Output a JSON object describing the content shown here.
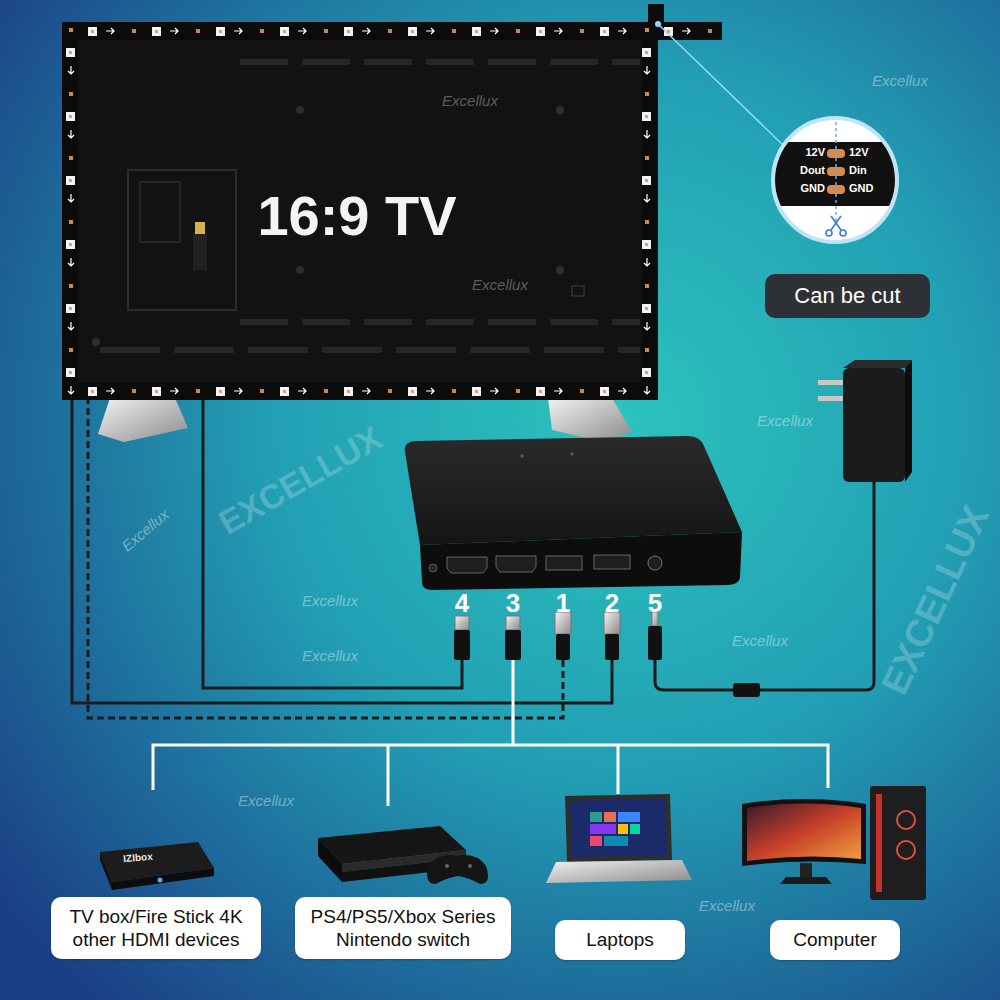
{
  "diagram": {
    "nodes": [
      {
        "text": [
          "16:9 TV"
        ]
      },
      {
        "text": [
          "12V",
          "Dout",
          "GND",
          "12V",
          "Din",
          "GND"
        ]
      },
      {
        "text": [
          "Can be cut"
        ]
      },
      {
        "text": [
          "TV box/Fire Stick 4K other HDMI devices"
        ]
      },
      {
        "text": [
          "PS4/PS5/Xbox Series Nintendo switch"
        ]
      },
      {
        "text": [
          "Laptops"
        ]
      },
      {
        "text": [
          "Computer"
        ]
      }
    ],
    "labels": [
      "4",
      "3",
      "1",
      "2",
      "5",
      "IZIbox",
      "Excellux",
      "Excellux",
      "Excellux",
      "Excellux",
      "Excellux",
      "Excellux",
      "Excellux",
      "Excellux",
      "Excellux",
      "Excellux",
      "EXCELLUX",
      "EXCELLUX"
    ]
  }
}
